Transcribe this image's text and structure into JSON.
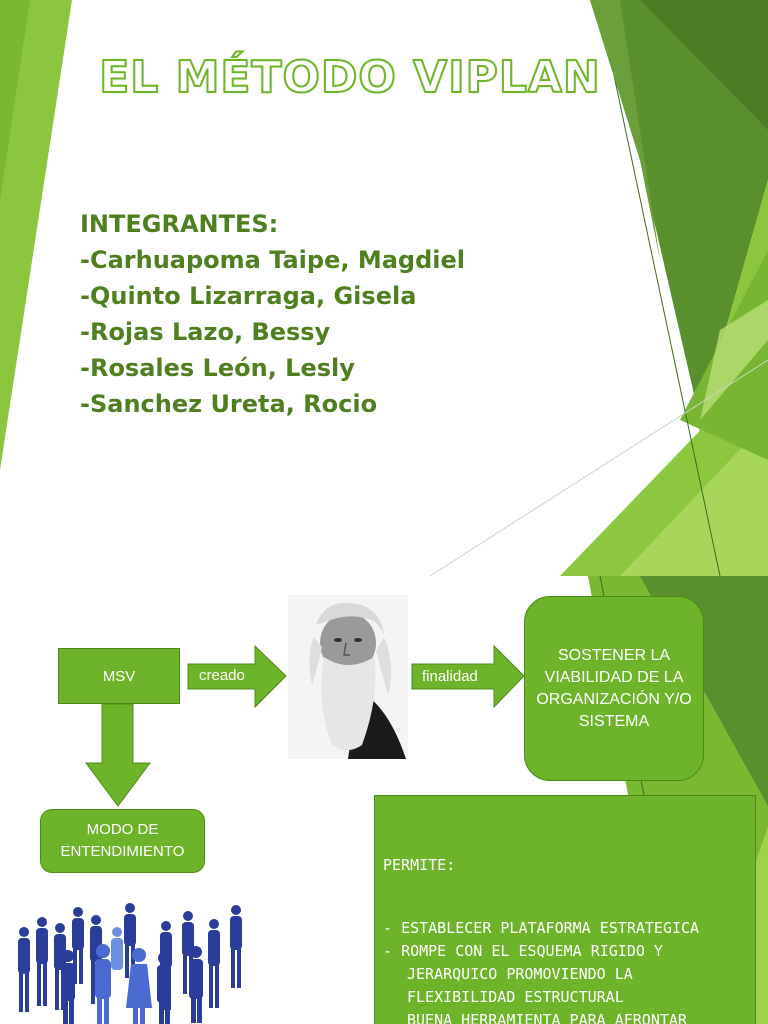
{
  "slide1": {
    "title": "EL MÉTODO VIPLAN",
    "members_header": "INTEGRANTES:",
    "members": [
      "-Carhuapoma Taipe, Magdiel",
      "-Quinto Lizarraga, Gisela",
      "-Rojas Lazo, Bessy",
      "-Rosales León, Lesly",
      "-Sanchez Ureta, Rocio"
    ]
  },
  "slide2": {
    "msv": "MSV",
    "creado": "creado",
    "finalidad": "finalidad",
    "sostener": "SOSTENER LA VIABILIDAD DE LA ORGANIZACIÓN Y/O SISTEMA",
    "modo": "MODO DE ENTENDIMIENTO",
    "permite_label": "PERMITE:",
    "items": [
      {
        "bullet": "- ",
        "text": "ESTABLECER PLATAFORMA ESTRATEGICA"
      },
      {
        "bullet": "-   ",
        "text": "ROMPE CON EL ESQUEMA RIGIDO Y"
      }
    ],
    "continuation": [
      "JERARQUICO PROMOVIENDO LA",
      "FLEXIBILIDAD ESTRUCTURAL",
      "BUENA HERRAMIENTA PARA AFRONTAR"
    ]
  },
  "colors": {
    "accent": "#6eb42a",
    "dark_green": "#4f7f1e",
    "light_green": "#9fd14b"
  },
  "icons": {
    "photo": "portrait-photo-icon",
    "people": "people-crowd-icon"
  }
}
